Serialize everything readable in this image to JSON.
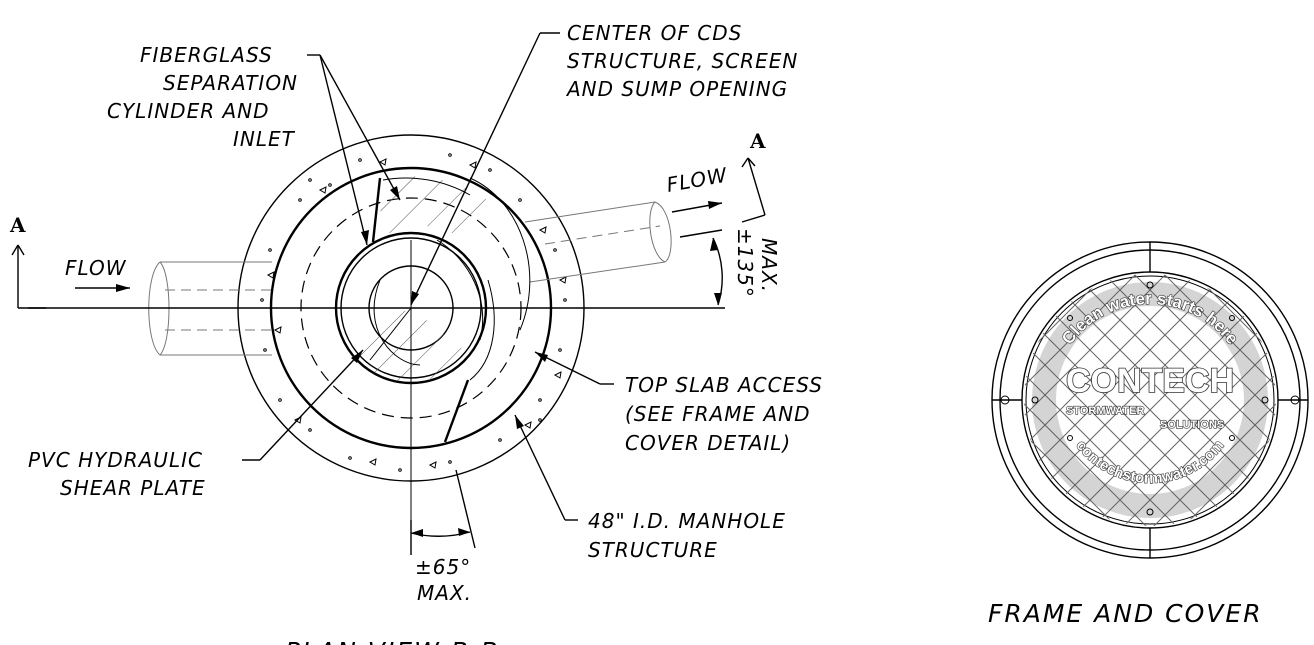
{
  "labels": {
    "fiberglass": [
      "FIBERGLASS",
      "SEPARATION",
      "CYLINDER AND",
      "INLET"
    ],
    "center": [
      "CENTER OF CDS",
      "STRUCTURE, SCREEN",
      "AND SUMP OPENING"
    ],
    "flow_left": "FLOW",
    "flow_right": "FLOW",
    "section_left": "A",
    "section_right": "A",
    "angle_outlet": "±135°",
    "angle_outlet_max": "MAX.",
    "top_slab": [
      "TOP SLAB ACCESS",
      "(SEE FRAME AND",
      "COVER DETAIL)"
    ],
    "pvc": [
      "PVC HYDRAULIC",
      "SHEAR PLATE"
    ],
    "manhole": [
      "48\" I.D. MANHOLE",
      "STRUCTURE"
    ],
    "angle_inlet": "±65°",
    "angle_inlet_max": "MAX.",
    "plan_title": "PLAN VIEW B-B",
    "frame_title": "FRAME AND COVER"
  },
  "lid": {
    "top_text": "Clean water starts here",
    "brand": "CONTECH",
    "sub1": "STORMWATER",
    "sub2": "SOLUTIONS",
    "bottom_text": "contechstormwater.com"
  }
}
